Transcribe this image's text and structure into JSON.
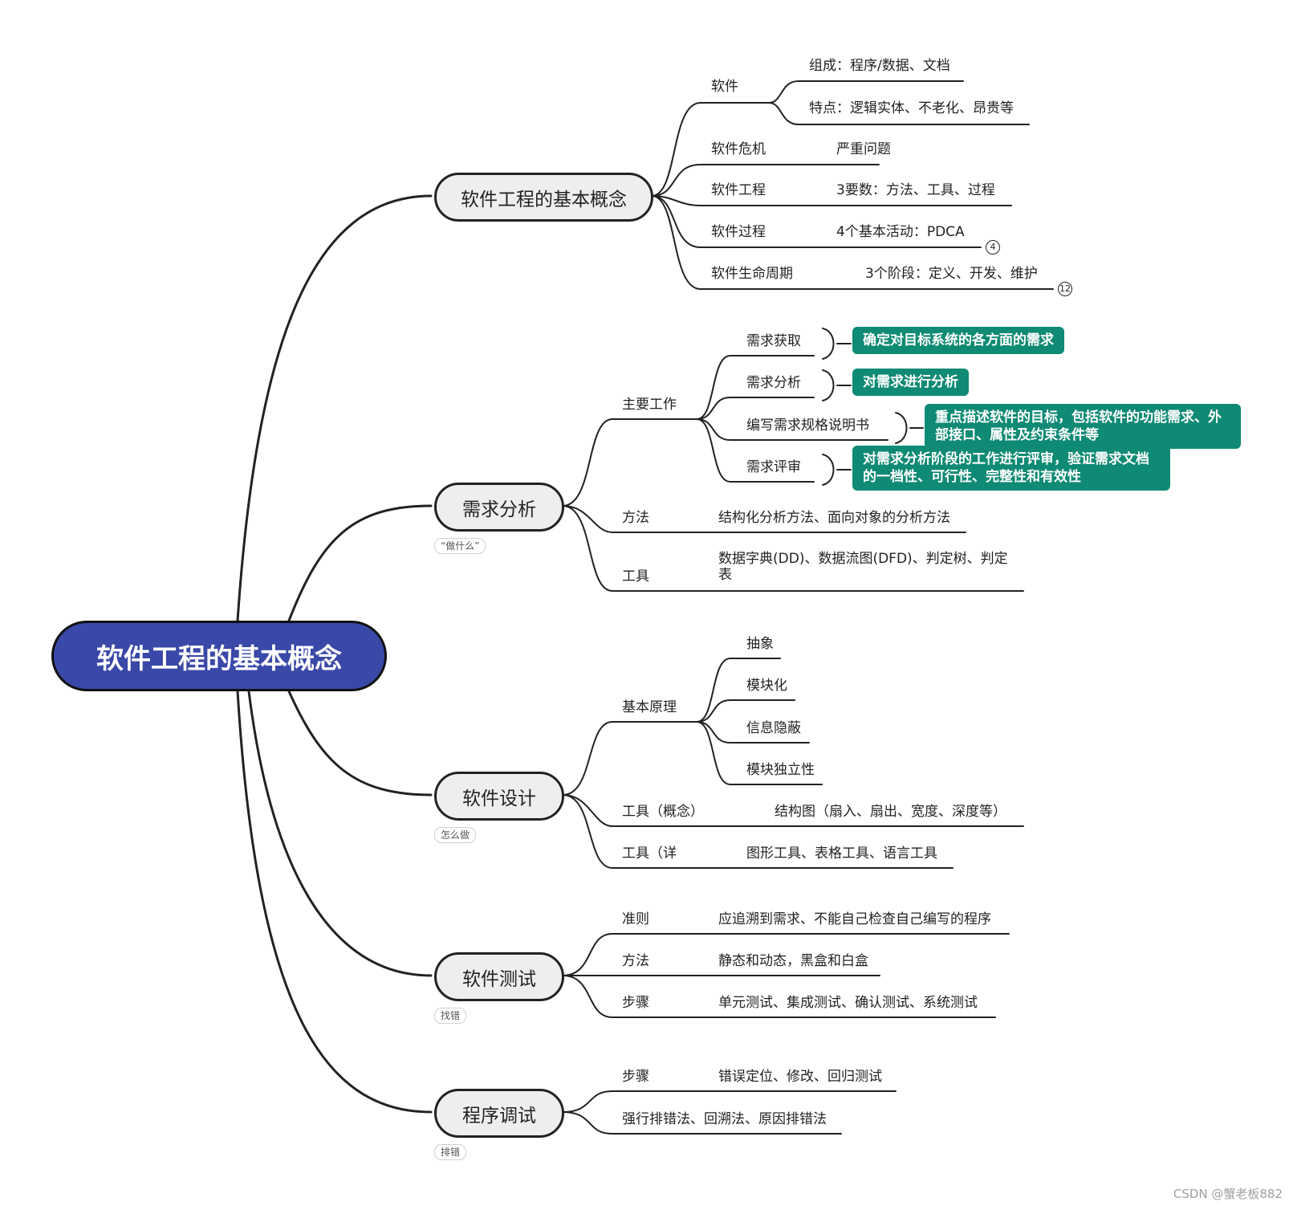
{
  "root": {
    "title": "软件工程的基本概念"
  },
  "branches": {
    "concept": {
      "title": "软件工程的基本概念",
      "software": {
        "label": "软件",
        "composition": "组成：程序/数据、文档",
        "features": "特点：逻辑实体、不老化、昂贵等"
      },
      "crisis": {
        "label": "软件危机",
        "value": "严重问题"
      },
      "engineering": {
        "label": "软件工程",
        "value": "3要数：方法、工具、过程"
      },
      "process": {
        "label": "软件过程",
        "value": "4个基本活动：PDCA",
        "badge": "4"
      },
      "lifecycle": {
        "label": "软件生命周期",
        "value": "3个阶段：定义、开发、维护",
        "badge": "12"
      }
    },
    "requirements": {
      "title": "需求分析",
      "tag": "“做什么”",
      "work": {
        "label": "主要工作",
        "items": [
          {
            "label": "需求获取",
            "note": "确定对目标系统的各方面的需求"
          },
          {
            "label": "需求分析",
            "note": "对需求进行分析"
          },
          {
            "label": "编写需求规格说明书",
            "note1": "重点描述软件的目标，包括软件的功能需求、外",
            "note2": "部接口、属性及约束条件等"
          },
          {
            "label": "需求评审",
            "note1": "对需求分析阶段的工作进行评审，验证需求文档",
            "note2": "的一档性、可行性、完整性和有效性"
          }
        ]
      },
      "method": {
        "label": "方法",
        "value": "结构化分析方法、面向对象的分析方法"
      },
      "tools": {
        "label": "工具",
        "value1": "数据字典(DD)、数据流图(DFD)、判定树、判定",
        "value2": "表"
      }
    },
    "design": {
      "title": "软件设计",
      "tag": "怎么做",
      "principles": {
        "label": "基本原理",
        "items": [
          "抽象",
          "模块化",
          "信息隐蔽",
          "模块独立性"
        ]
      },
      "tools_concept": {
        "label": "工具（概念）",
        "value": "结构图（扇入、扇出、宽度、深度等）"
      },
      "tools_detail": {
        "label": "工具（详",
        "value": "图形工具、表格工具、语言工具"
      }
    },
    "testing": {
      "title": "软件测试",
      "tag": "找错",
      "rule": {
        "label": "准则",
        "value": "应追溯到需求、不能自己检查自己编写的程序"
      },
      "method": {
        "label": "方法",
        "value": "静态和动态，黑盒和白盒"
      },
      "steps": {
        "label": "步骤",
        "value": "单元测试、集成测试、确认测试、系统测试"
      }
    },
    "debugging": {
      "title": "程序调试",
      "tag": "排错",
      "steps": {
        "label": "步骤",
        "value": "错误定位、修改、回归测试"
      },
      "methods": {
        "label": "强行排错法、回溯法、原因排错法"
      }
    }
  },
  "watermark": "CSDN @蟹老板882",
  "colors": {
    "root_fill": "#3a48a8",
    "note_fill": "#0f8a74",
    "main_fill": "#eeeeee",
    "line": "#222222"
  }
}
